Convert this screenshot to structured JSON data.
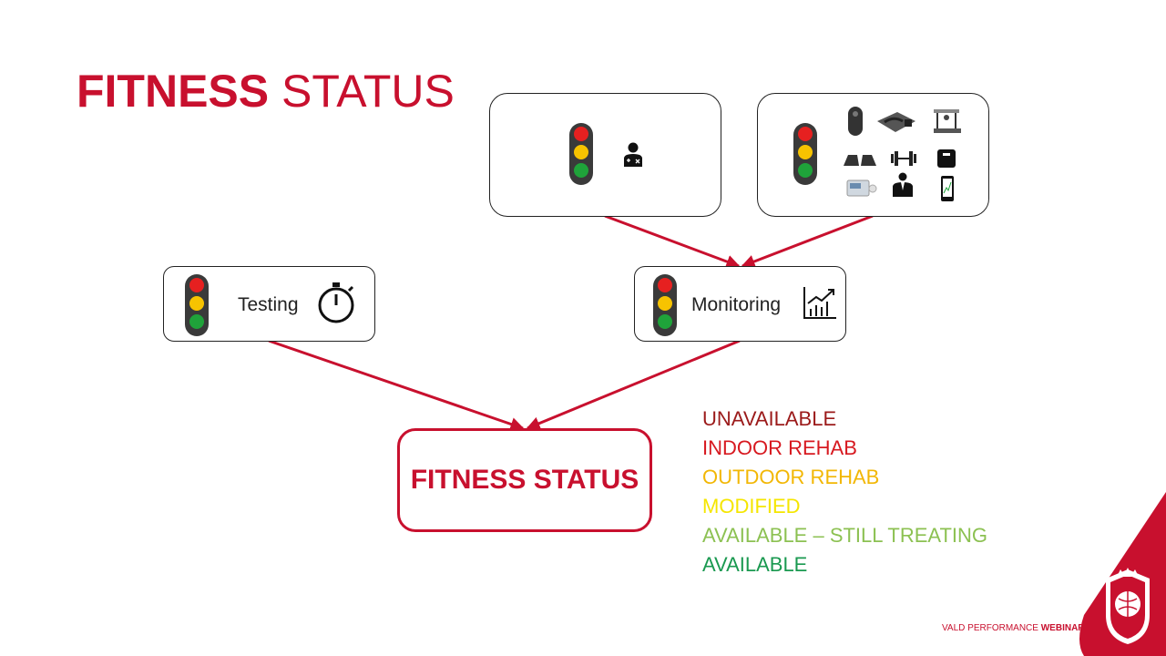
{
  "title": {
    "bold": "FITNESS",
    "light": " STATUS"
  },
  "testing": {
    "label": "Testing"
  },
  "monitoring": {
    "label": "Monitoring"
  },
  "final": {
    "label": "FITNESS STATUS"
  },
  "status_levels": [
    {
      "label": "UNAVAILABLE",
      "color": "#9b1a1a"
    },
    {
      "label": "INDOOR REHAB",
      "color": "#d71920"
    },
    {
      "label": "OUTDOOR REHAB",
      "color": "#f2b705"
    },
    {
      "label": "MODIFIED",
      "color": "#f5e600"
    },
    {
      "label": "AVAILABLE – STILL TREATING",
      "color": "#8cc152"
    },
    {
      "label": "AVAILABLE",
      "color": "#1a9950"
    }
  ],
  "footer": {
    "normal": "VALD PERFORMANCE ",
    "bold": "WEBINAR"
  },
  "colors": {
    "brand": "#c8102e",
    "lamp_red": "#e62020",
    "lamp_yellow": "#f7c300",
    "lamp_green": "#1fa33a",
    "traffic_light_body": "#3a3a3a"
  },
  "icons": {
    "medical": "medical-staff-icon",
    "stopwatch": "stopwatch-icon",
    "growth_chart": "growth-chart-icon",
    "devices": [
      "wearable-sensor-icon",
      "force-plate-icon",
      "treadmill-icon",
      "ankle-brace-icon",
      "dumbbell-icon",
      "scale-icon",
      "measuring-device-icon",
      "coach-icon",
      "smartphone-icon"
    ],
    "logo": "club-crest-logo"
  }
}
